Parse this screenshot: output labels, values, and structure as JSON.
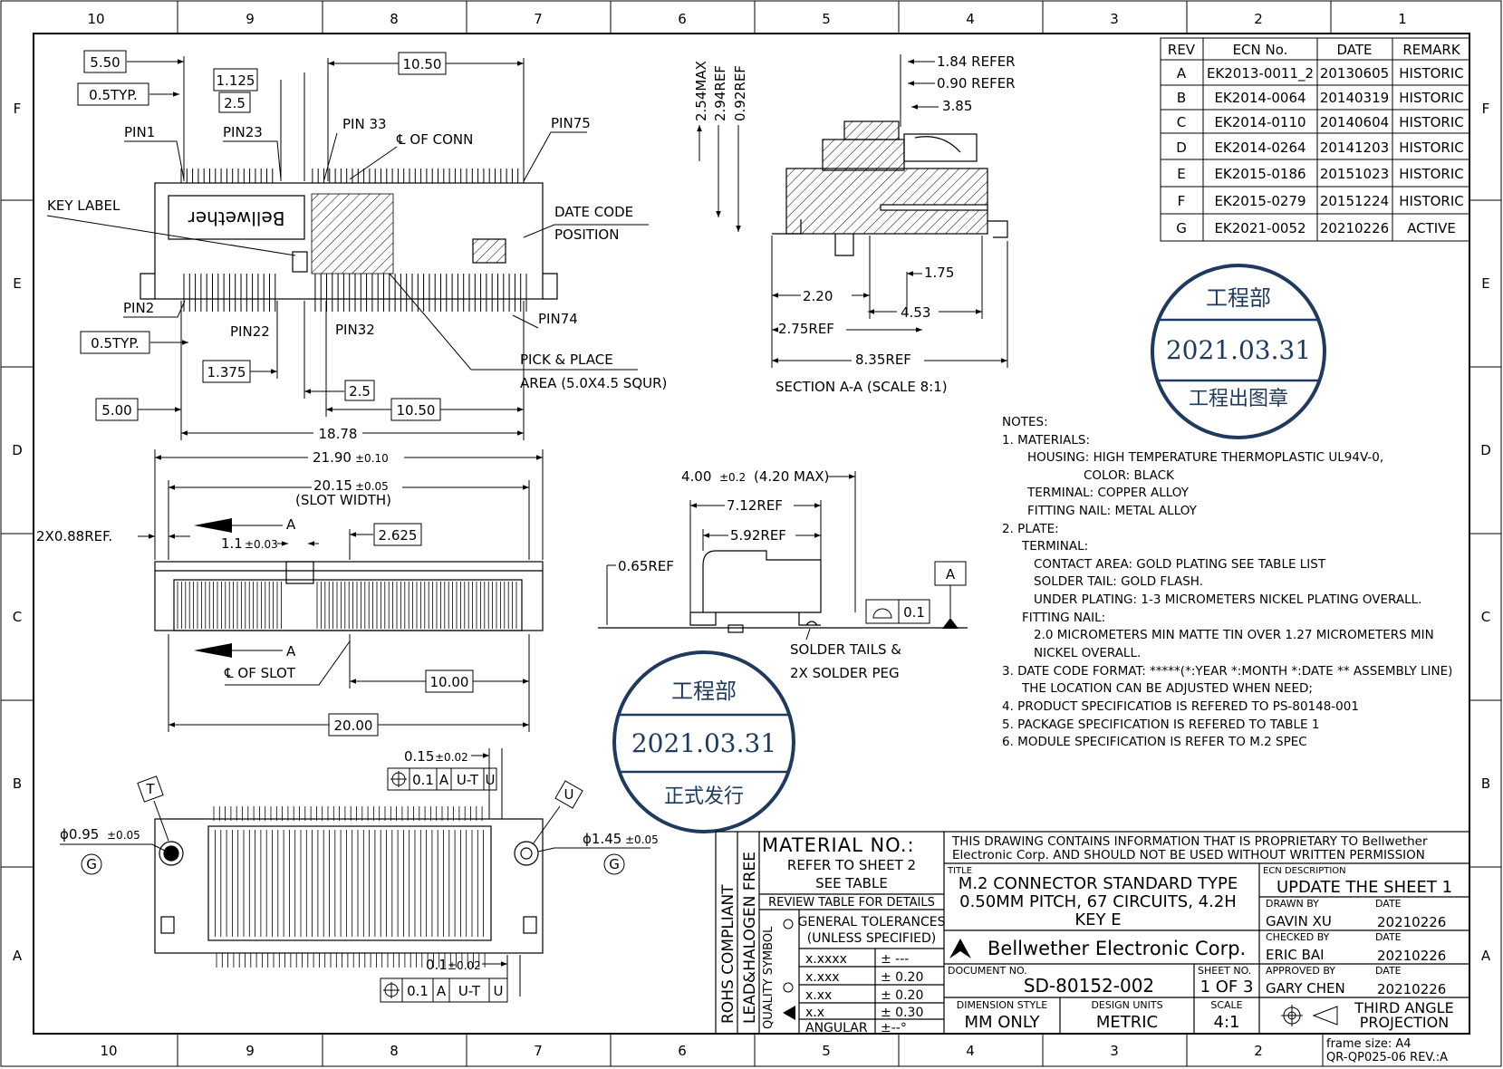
{
  "zones": {
    "cols": [
      "10",
      "9",
      "8",
      "7",
      "6",
      "5",
      "4",
      "3",
      "2",
      "1"
    ],
    "rows": [
      "F",
      "E",
      "D",
      "C",
      "B",
      "A"
    ]
  },
  "revisions": {
    "headers": [
      "REV",
      "ECN No.",
      "DATE",
      "REMARK"
    ],
    "rows": [
      [
        "A",
        "EK2013-0011_2",
        "20130605",
        "HISTORIC"
      ],
      [
        "B",
        "EK2014-0064",
        "20140319",
        "HISTORIC"
      ],
      [
        "C",
        "EK2014-0110",
        "20140604",
        "HISTORIC"
      ],
      [
        "D",
        "EK2014-0264",
        "20141203",
        "HISTORIC"
      ],
      [
        "E",
        "EK2015-0186",
        "20151023",
        "HISTORIC"
      ],
      [
        "F",
        "EK2015-0279",
        "20151224",
        "HISTORIC"
      ],
      [
        "G",
        "EK2021-0052",
        "20210226",
        "ACTIVE"
      ]
    ]
  },
  "top_view": {
    "dims": {
      "d550": "5.50",
      "d05typ": "0.5TYP.",
      "d1125": "1.125",
      "d25": "2.5",
      "d1050": "10.50",
      "d05typ2": "0.5TYP.",
      "d1375": "1.375",
      "d25b": "2.5",
      "d500": "5.00",
      "d1050b": "10.50",
      "d1878": "18.78"
    },
    "labels": {
      "pin1": "PIN1",
      "pin23": "PIN23",
      "pin33": "PIN 33",
      "center": "℄ OF CONN",
      "pin75": "PIN75",
      "key_label": "KEY LABEL",
      "date_code": "DATE CODE",
      "position": "POSITION",
      "pin2": "PIN2",
      "pin22": "PIN22",
      "pin32": "PIN32",
      "pin74": "PIN74",
      "pick": "PICK & PLACE",
      "area": "AREA (5.0X4.5 SQUR)",
      "brand": "Bellwether"
    }
  },
  "section": {
    "dims": {
      "d254": "2.54MAX",
      "d294": "2.94REF",
      "d092": "0.92REF",
      "d184": "1.84 REFER",
      "d090": "0.90 REFER",
      "d385": "3.85",
      "d175": "1.75",
      "d220": "2.20",
      "d453": "4.53",
      "d275": "2.75REF",
      "d835": "8.35REF"
    },
    "caption": "SECTION A-A (SCALE 8:1)"
  },
  "front_view": {
    "dims": {
      "d2190": "21.90",
      "tol010": "±0.10",
      "d2015": "20.15",
      "tol005": "±0.05",
      "slot": "(SLOT WIDTH)",
      "d088": "2X0.88REF.",
      "a1": "A",
      "d11": "1.1",
      "tol003": "±0.03",
      "d2625": "2.625",
      "a2": "A",
      "slot_c": "℄ OF SLOT",
      "d1000": "10.00",
      "d2000": "20.00"
    }
  },
  "side_view": {
    "dims": {
      "d400": "4.00",
      "tol02": "±0.2",
      "d400max": "(4.20 MAX)",
      "d712": "7.12REF",
      "d592": "5.92REF",
      "d065": "0.65REF",
      "datum": "A",
      "flat": "0.1",
      "tails": "SOLDER TAILS &",
      "peg": "2X SOLDER PEG"
    }
  },
  "bottom_view": {
    "dims": {
      "d015": "0.15",
      "tol002": "±0.02",
      "fcf1": "0.1",
      "fcf1r": "A",
      "fcf1u": "U-T",
      "fcf1v": "U",
      "t": "T",
      "u": "U",
      "d095": "ϕ0.95",
      "tol005a": "±0.05",
      "g1": "G",
      "d145": "ϕ1.45",
      "tol005b": "±0.05",
      "g2": "G",
      "d01": "0.1",
      "tol002b": "±0.02",
      "fcf2": "0.1",
      "fcf2r": "A",
      "fcf2u": "U-T",
      "fcf2v": "U"
    }
  },
  "stamps": [
    {
      "top": "工程部",
      "date": "2021.03.31",
      "bottom": "工程出图章"
    },
    {
      "top": "工程部",
      "date": "2021.03.31",
      "bottom": "正式发行"
    }
  ],
  "notes": [
    "NOTES:",
    "1. MATERIALS:",
    "HOUSING: HIGH TEMPERATURE THERMOPLASTIC UL94V-0,",
    "COLOR: BLACK",
    "TERMINAL: COPPER ALLOY",
    "FITTING NAIL: METAL ALLOY",
    "2. PLATE:",
    "TERMINAL:",
    "CONTACT AREA: GOLD PLATING SEE TABLE LIST",
    "SOLDER TAIL: GOLD FLASH.",
    "UNDER PLATING: 1-3 MICROMETERS NICKEL PLATING OVERALL.",
    "FITTING NAIL:",
    "2.0 MICROMETERS MIN MATTE TIN OVER 1.27 MICROMETERS MIN",
    "NICKEL OVERALL.",
    "3. DATE CODE FORMAT: *****(*:YEAR *:MONTH *:DATE ** ASSEMBLY LINE)",
    "THE LOCATION CAN BE ADJUSTED WHEN NEED;",
    "4. PRODUCT SPECIFICATIOB IS REFERED TO PS-80148-001",
    "5. PACKAGE SPECIFICATION IS REFERED TO TABLE 1",
    "6. MODULE SPECIFICATION IS REFER TO M.2 SPEC"
  ],
  "title_block": {
    "rohs": "ROHS COMPLIANT",
    "halogen": "LEAD&HALOGEN FREE",
    "quality": "QUALITY SYMBOL",
    "material_no": "MATERIAL NO.:",
    "refer": "REFER TO SHEET 2",
    "see_table": "SEE TABLE",
    "review": "REVIEW TABLE FOR DETAILS",
    "gen_tol": "GENERAL TOLERANCES",
    "unless": "(UNLESS SPECIFIED)",
    "tolerances": [
      [
        "x.xxxx",
        "± ---"
      ],
      [
        "x.xxx",
        "± 0.20"
      ],
      [
        "x.xx",
        "± 0.20"
      ],
      [
        "x.x",
        "± 0.30"
      ],
      [
        "ANGULAR",
        "±--°"
      ]
    ],
    "proprietary1": "THIS DRAWING CONTAINS INFORMATION THAT IS PROPRIETARY TO Bellwether",
    "proprietary2": "Electronic Corp. AND SHOULD NOT BE USED WITHOUT WRITTEN PERMISSION",
    "title_label": "TITLE",
    "title1": "M.2 CONNECTOR STANDARD TYPE",
    "title2": "0.50MM PITCH, 67 CIRCUITS, 4.2H",
    "title3": "KEY E",
    "ecn_label": "ECN DESCRIPTION",
    "ecn": "UPDATE THE SHEET 1",
    "drawn_label": "DRAWN BY",
    "drawn": "GAVIN XU",
    "drawn_date": "20210226",
    "checked_label": "CHECKED BY",
    "checked": "ERIC BAI",
    "checked_date": "20210226",
    "approved_label": "APPROVED BY",
    "approved": "GARY CHEN",
    "approved_date": "20210226",
    "date_label": "DATE",
    "company": "Bellwether Electronic Corp.",
    "doc_label": "DOCUMENT NO.",
    "doc": "SD-80152-002",
    "sheet_label": "SHEET NO.",
    "sheet": "1 OF 3",
    "dim_label": "DIMENSION STYLE",
    "dim": "MM ONLY",
    "units_label": "DESIGN UNITS",
    "units": "METRIC",
    "scale_label": "SCALE",
    "scale": "4:1",
    "proj1": "THIRD ANGLE",
    "proj2": "PROJECTION",
    "frame": "frame size: A4",
    "form": "QR-QP025-06 REV.:A"
  }
}
